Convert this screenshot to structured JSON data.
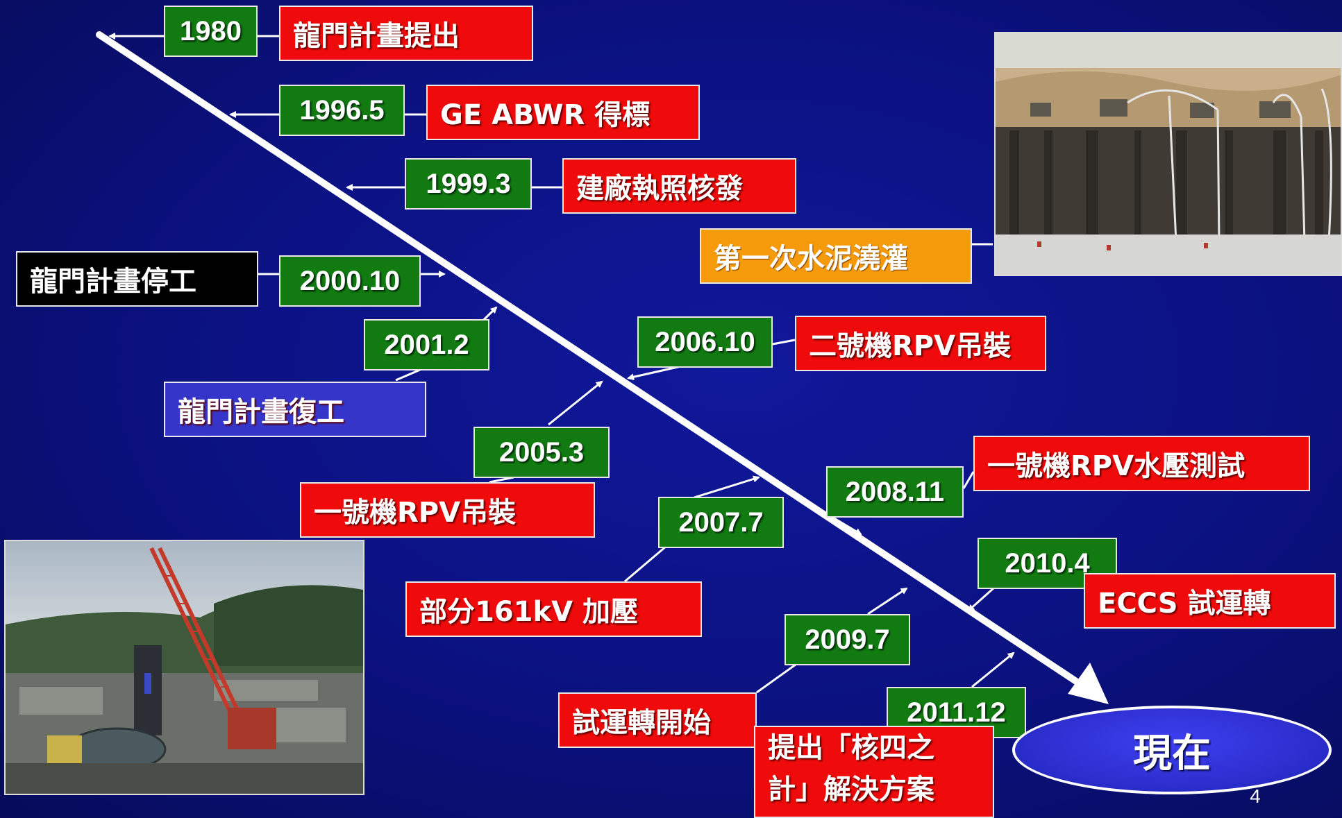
{
  "timeline": {
    "milestones": [
      {
        "date": "1980",
        "event": "龍門計畫提出"
      },
      {
        "date": "1996.5",
        "event": "GE ABWR 得標"
      },
      {
        "date": "1999.3",
        "event": "建廠執照核發"
      },
      {
        "date": "",
        "event": "第一次水泥澆灌"
      },
      {
        "date": "2000.10",
        "event": "龍門計畫停工"
      },
      {
        "date": "2001.2",
        "event": "龍門計畫復工"
      },
      {
        "date": "2005.3",
        "event": "一號機RPV吊裝"
      },
      {
        "date": "2006.10",
        "event": "二號機RPV吊裝"
      },
      {
        "date": "2007.7",
        "event": "部分161kV 加壓"
      },
      {
        "date": "2008.11",
        "event": "一號機RPV水壓測試"
      },
      {
        "date": "2009.7",
        "event": "試運轉開始"
      },
      {
        "date": "2010.4",
        "event": "ECCS 試運轉"
      },
      {
        "date": "2011.12",
        "event": "提出「核四之計」解決方案"
      }
    ],
    "end_label": "現在"
  },
  "page_number": "4",
  "colors": {
    "background": "#0b117f",
    "year_box": "#117a11",
    "event_box": "#ef0b0b",
    "halt_box": "#000000",
    "resume_box": "#3535c9",
    "concrete_box": "#f59a0a",
    "now_ellipse": "#2a2cc9"
  },
  "images": {
    "construction_photo_top": "excavation-site-photo",
    "construction_photo_bottom": "crane-site-photo"
  }
}
